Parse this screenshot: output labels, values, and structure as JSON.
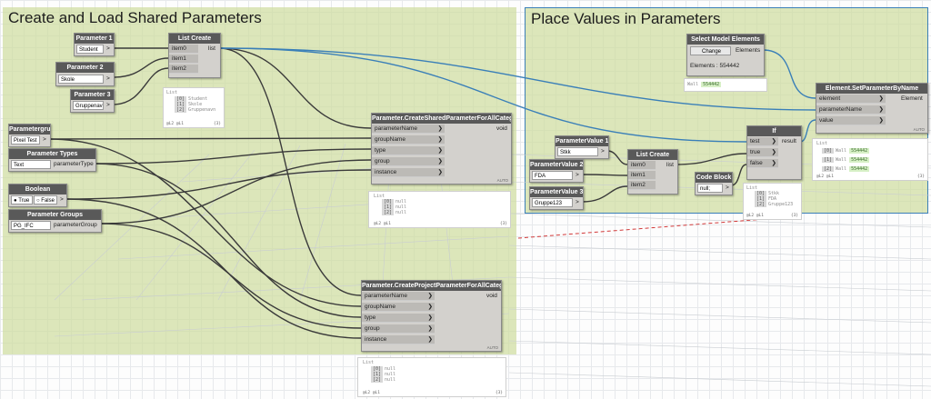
{
  "groups": {
    "left_title": "Create and Load Shared Parameters",
    "right_title": "Place Values in Parameters"
  },
  "colors": {
    "group_fill": "#cedda0",
    "node_header": "#595959",
    "node_body": "#d3d1cd",
    "wire_dark": "#3a3a3a",
    "wire_blue": "#3a7fb8",
    "highlight": "#d7f0c6"
  },
  "nodes": {
    "param1": {
      "title": "Parameter 1",
      "value": "Student",
      "out": ">"
    },
    "param2": {
      "title": "Parameter 2",
      "value": "Skole",
      "out": ">"
    },
    "param3": {
      "title": "Parameter 3",
      "value": "Gruppenavn",
      "out": ">"
    },
    "list_create": {
      "title": "List Create",
      "inputs": [
        "item0",
        "item1",
        "item2"
      ],
      "output": "list",
      "preview": {
        "header": "List",
        "items": [
          {
            "idx": "[0]",
            "text": "Student"
          },
          {
            "idx": "[1]",
            "text": "Skole"
          },
          {
            "idx": "[2]",
            "text": "Gruppenavn"
          }
        ],
        "footer": "@L2 @L1",
        "count": "{3}"
      }
    },
    "param_group_name": {
      "title": "Parametergruppenavn",
      "value": "Pixel Test",
      "out": ">"
    },
    "param_types": {
      "title": "Parameter Types",
      "value": "Text",
      "out": "parameterType"
    },
    "boolean": {
      "title": "Boolean",
      "true_label": "True",
      "false_label": "False",
      "out": ">"
    },
    "param_groups": {
      "title": "Parameter Groups",
      "value": "PG_IFC",
      "out": "parameterGroup"
    },
    "create_shared": {
      "title": "Parameter.CreateSharedParameterForAllCategories",
      "inputs": [
        "parameterName",
        "groupName",
        "type",
        "group",
        "instance"
      ],
      "output": "void",
      "auto": "AUTO",
      "preview": {
        "header": "List",
        "items": [
          {
            "idx": "[0]",
            "text": "null"
          },
          {
            "idx": "[1]",
            "text": "null"
          },
          {
            "idx": "[2]",
            "text": "null"
          }
        ],
        "footer": "@L2 @L1",
        "count": "{3}"
      }
    },
    "create_project": {
      "title": "Parameter.CreateProjectParameterForAllCategories",
      "inputs": [
        "parameterName",
        "groupName",
        "type",
        "group",
        "instance"
      ],
      "output": "void",
      "auto": "AUTO",
      "preview": {
        "header": "List",
        "items": [
          {
            "idx": "[0]",
            "text": "null"
          },
          {
            "idx": "[1]",
            "text": "null"
          },
          {
            "idx": "[2]",
            "text": "null"
          }
        ],
        "footer": "@L2 @L1",
        "count": "{3}"
      }
    },
    "select_model": {
      "title": "Select Model Elements",
      "button": "Change",
      "output": "Elements",
      "status": "Elements : 554442",
      "preview": {
        "prefix": "Wall",
        "value": "554442"
      }
    },
    "set_param": {
      "title": "Element.SetParameterByName",
      "inputs": [
        "element",
        "parameterName",
        "value"
      ],
      "output": "Element",
      "auto": "AUTO",
      "preview": {
        "header": "List",
        "items": [
          {
            "idx": "[0]",
            "prefix": "Wall",
            "text": "554442"
          },
          {
            "idx": "[1]",
            "prefix": "Wall",
            "text": "554442"
          },
          {
            "idx": "[2]",
            "prefix": "Wall",
            "text": "554442"
          }
        ],
        "footer": "@L2 @L1",
        "count": "{3}"
      }
    },
    "pv1": {
      "title": "ParameterValue 1",
      "value": "Stkk",
      "out": ">"
    },
    "pv2": {
      "title": "ParameterValue 2",
      "value": "FDA",
      "out": ">"
    },
    "pv3": {
      "title": "ParameterValue 3",
      "value": "Gruppe123",
      "out": ">"
    },
    "list_create2": {
      "title": "List Create",
      "inputs": [
        "item0",
        "item1",
        "item2"
      ],
      "output": "list",
      "preview": {
        "header": "List",
        "items": [
          {
            "idx": "[0]",
            "text": "Stkk"
          },
          {
            "idx": "[1]",
            "text": "FDA"
          },
          {
            "idx": "[2]",
            "text": "Gruppe123"
          }
        ],
        "footer": "@L2 @L1",
        "count": "{3}"
      }
    },
    "code_block": {
      "title": "Code Block",
      "code": "null;",
      "out": ">"
    },
    "if_node": {
      "title": "If",
      "inputs": [
        "test",
        "true",
        "false"
      ],
      "output": "result"
    }
  }
}
